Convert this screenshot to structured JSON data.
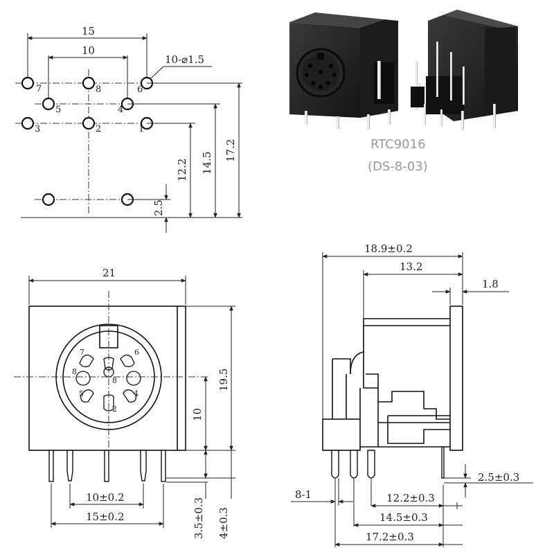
{
  "product": {
    "model": "RTC9016",
    "part_number": "(DS-8-03)"
  },
  "photos": [
    {
      "name": "front-view-photo",
      "description": "front of black 8-pin DIN socket"
    },
    {
      "name": "rear-view-photo",
      "description": "rear of black 8-pin DIN socket with pins"
    }
  ],
  "pcb_layout": {
    "dim_width_outer": "15",
    "dim_width_inner": "10",
    "hole_callout": "10-⌀1.5",
    "dim_vert_1": "12.2",
    "dim_vert_2": "14.5",
    "dim_vert_3": "17.2",
    "dim_bottom": "2.5",
    "pin_labels": [
      "7",
      "8",
      "6",
      "5",
      "4",
      "3",
      "2",
      "1"
    ]
  },
  "front_view": {
    "dim_width": "21",
    "dim_height": "19.5",
    "dim_center": "10",
    "dim_pin_pitch_inner": "10±0.2",
    "dim_pin_pitch_outer": "15±0.2",
    "dim_pin_len_1": "3.5±0.3",
    "dim_pin_len_2": "4±0.3",
    "contact_labels": [
      "7",
      "6",
      "8",
      "8",
      "5",
      "4",
      "2"
    ]
  },
  "side_view": {
    "dim_depth": "18.9±0.2",
    "dim_body": "13.2",
    "dim_flange": "1.8",
    "dim_pin_offset": "2.5±0.3",
    "dim_pin_width": "8-1",
    "dim_pin_1": "12.2±0.3",
    "dim_pin_2": "14.5±0.3",
    "dim_pin_3": "17.2±0.3"
  }
}
